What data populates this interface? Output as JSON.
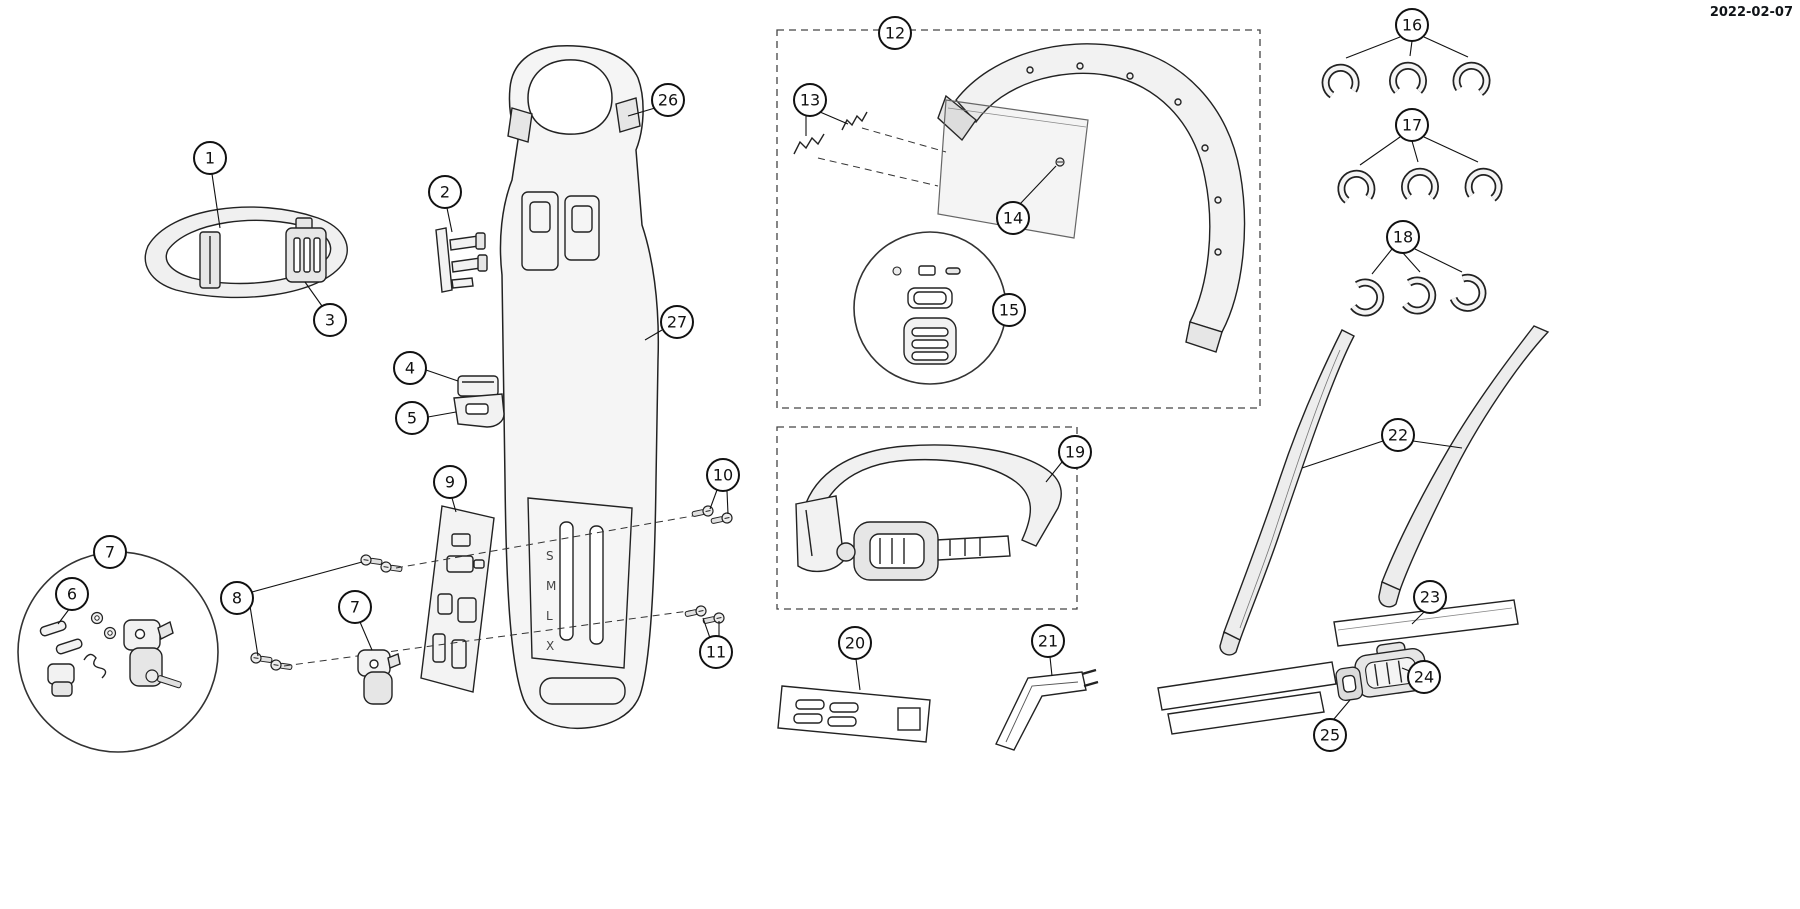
{
  "meta": {
    "date": "2022-02-07"
  },
  "callouts": {
    "c1": "1",
    "c2": "2",
    "c3": "3",
    "c4": "4",
    "c5": "5",
    "c6": "6",
    "c7": "7",
    "c8": "8",
    "c9": "9",
    "c10": "10",
    "c11": "11",
    "c12": "12",
    "c13": "13",
    "c14": "14",
    "c15": "15",
    "c16": "16",
    "c17": "17",
    "c18": "18",
    "c19": "19",
    "c20": "20",
    "c21": "21",
    "c22": "22",
    "c23": "23",
    "c24": "24",
    "c25": "25",
    "c26": "26",
    "c27": "27"
  },
  "frame_size_marks": {
    "s1": "S",
    "s2": "M",
    "s3": "L",
    "s4": "X"
  },
  "colors": {
    "line": "#1a1a1a",
    "part_fill": "#f2f2f2",
    "background": "#ffffff",
    "date_color": "#101418"
  }
}
